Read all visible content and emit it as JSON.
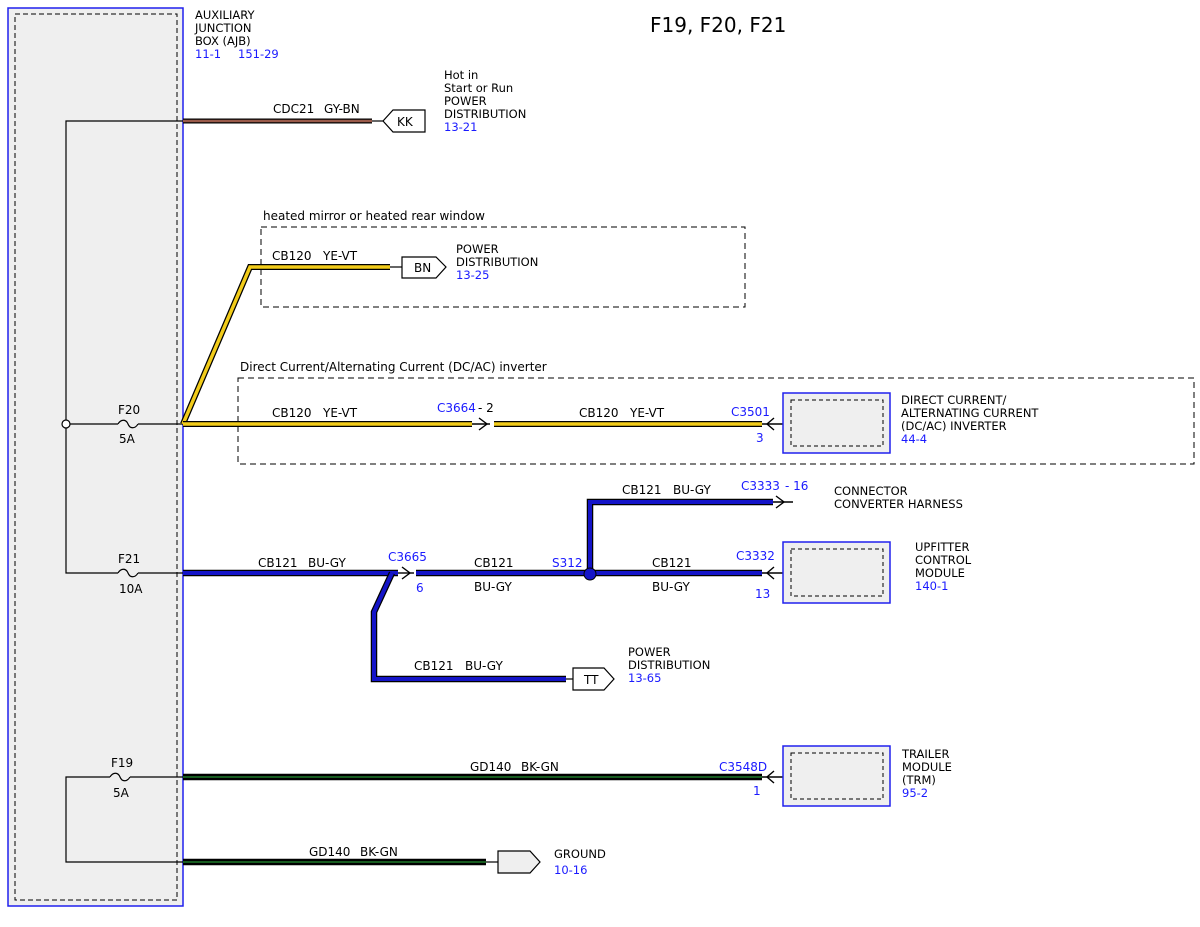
{
  "title": "F19, F20, F21",
  "colors": {
    "ref_blue": "#1a1aff",
    "module_border": "#2020ee",
    "module_fill": "#efefef",
    "wire_yellow": "#f2cc1a",
    "wire_blue": "#1414c8",
    "wire_green": "#1f7a2a",
    "wire_brown": "#9a5a4a"
  },
  "ajb": {
    "line1": "AUXILIARY",
    "line2": "JUNCTION",
    "line3": "BOX (AJB)",
    "ref1": "11-1",
    "ref2": "151-29"
  },
  "fuses": {
    "f20": {
      "name": "F20",
      "rating": "5A"
    },
    "f21": {
      "name": "F21",
      "rating": "10A"
    },
    "f19": {
      "name": "F19",
      "rating": "5A"
    }
  },
  "kk_circuit": {
    "circuit": "CDC21",
    "color": "GY-BN",
    "tag": "KK",
    "desc1": "Hot in",
    "desc2": "Start or Run",
    "desc3": "POWER",
    "desc4": "DISTRIBUTION",
    "ref": "13-21"
  },
  "heated_group": {
    "label": "heated mirror or heated rear window",
    "circuit": "CB120",
    "color": "YE-VT",
    "tag": "BN",
    "desc1": "POWER",
    "desc2": "DISTRIBUTION",
    "ref": "13-25"
  },
  "inverter_group": {
    "label": "Direct Current/Alternating Current (DC/AC) inverter",
    "circuit1": "CB120",
    "color1": "YE-VT",
    "inline_connector": "C3664",
    "inline_pin": "- 2",
    "circuit2": "CB120",
    "color2": "YE-VT",
    "module_connector": "C3501",
    "module_pin": "3",
    "module1": "DIRECT CURRENT/",
    "module2": "ALTERNATING CURRENT",
    "module3": "(DC/AC) INVERTER",
    "module_ref": "44-4"
  },
  "f21_circuit": {
    "circuit": "CB121",
    "color": "BU-GY",
    "inline_connector": "C3665",
    "inline_pin": "6",
    "mid_circuit": "CB121",
    "mid_color": "BU-GY",
    "splice": "S312",
    "branch_circuit": "CB121",
    "branch_color": "BU-GY",
    "branch_connector": "C3333",
    "branch_pin": "- 16",
    "branch_dest1": "CONNECTOR",
    "branch_dest2": "CONVERTER HARNESS",
    "right_circuit": "CB121",
    "right_color": "BU-GY",
    "ucm_connector": "C3332",
    "ucm_pin": "13",
    "ucm1": "UPFITTER",
    "ucm2": "CONTROL",
    "ucm3": "MODULE",
    "ucm_ref": "140-1",
    "down_circuit": "CB121",
    "down_color": "BU-GY",
    "down_tag": "TT",
    "down_desc1": "POWER",
    "down_desc2": "DISTRIBUTION",
    "down_ref": "13-65"
  },
  "f19_circuit": {
    "circuit": "GD140",
    "color": "BK-GN",
    "connector": "C3548D",
    "pin": "1",
    "module1": "TRAILER",
    "module2": "MODULE",
    "module3": "(TRM)",
    "module_ref": "95-2"
  },
  "ground_circuit": {
    "circuit": "GD140",
    "color": "BK-GN",
    "dest": "GROUND",
    "ref": "10-16"
  }
}
